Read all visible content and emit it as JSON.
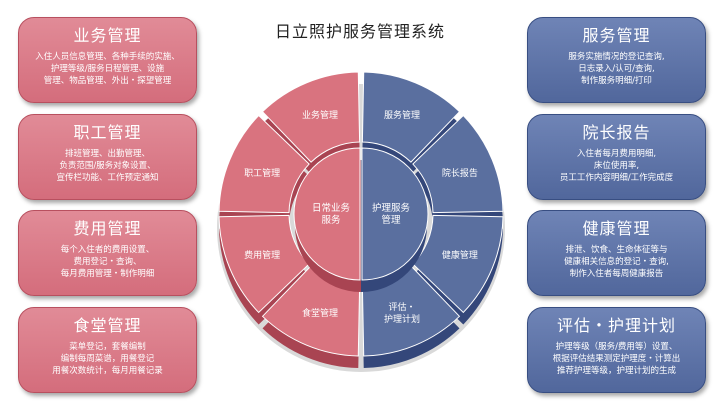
{
  "title": "日立照护服务管理系统",
  "left_cards": [
    {
      "head": "业务管理",
      "desc": "入住人员信息管理、各种手续的实施、\n护理等级/服务日程管理、设施\n管理、物品管理、外出・探望管理"
    },
    {
      "head": "职工管理",
      "desc": "排班管理、出勤管理、\n负责范围/服务对象设置、\n宣传栏功能、工作预定通知"
    },
    {
      "head": "费用管理",
      "desc": "每个入住者的费用设置、\n费用登记・查询、\n每月费用管理・制作明细"
    },
    {
      "head": "食堂管理",
      "desc": "菜单登记，套餐编制\n编制每周菜谱，用餐登记\n用餐次数统计，每月用餐记录"
    }
  ],
  "right_cards": [
    {
      "head": "服务管理",
      "desc": "服务实施情况的登记查询,\n日志录入/认可/查询,\n制作服务明细/打印"
    },
    {
      "head": "院长报告",
      "desc": "入住者每月费用明细,\n床位使用率,\n员工工作内容明细/工作完成度"
    },
    {
      "head": "健康管理",
      "desc": "排泄、饮食、生命体征等与\n健康相关信息的登记・查询,\n制作入住者每周健康报告"
    },
    {
      "head": "评估・护理计划",
      "desc": "护理等级（服务/费用等）设置、\n根据评估结果测定护理度・计算出\n推荐护理等级，护理计划的生成"
    }
  ],
  "ring": {
    "left_segments": [
      "业务管理",
      "职工管理",
      "费用管理",
      "食堂管理"
    ],
    "right_segments": [
      "服务管理",
      "院长报告",
      "健康管理",
      "评估・\n护理计划"
    ],
    "center_left": "日常业务\n服务",
    "center_right": "护理服务\n管理"
  },
  "colors": {
    "pink": "#d9737f",
    "pink_dark": "#a94452",
    "blue": "#5a6f9f",
    "blue_dark": "#34477a"
  }
}
